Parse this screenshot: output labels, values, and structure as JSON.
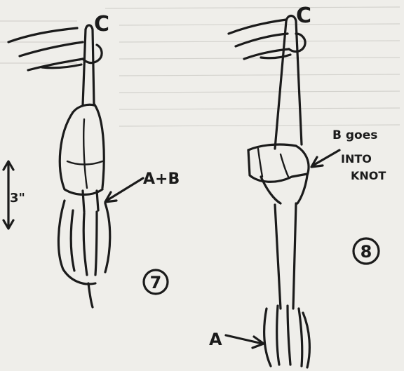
{
  "figure7": {
    "top_label": "C",
    "end_label": "A+B",
    "measure_label": "3\"",
    "step_number": "7"
  },
  "figure8": {
    "top_label": "C",
    "note_line1": "B goes",
    "note_line2": "INTO",
    "note_line3": "KNOT",
    "end_label": "A",
    "step_number": "8"
  }
}
